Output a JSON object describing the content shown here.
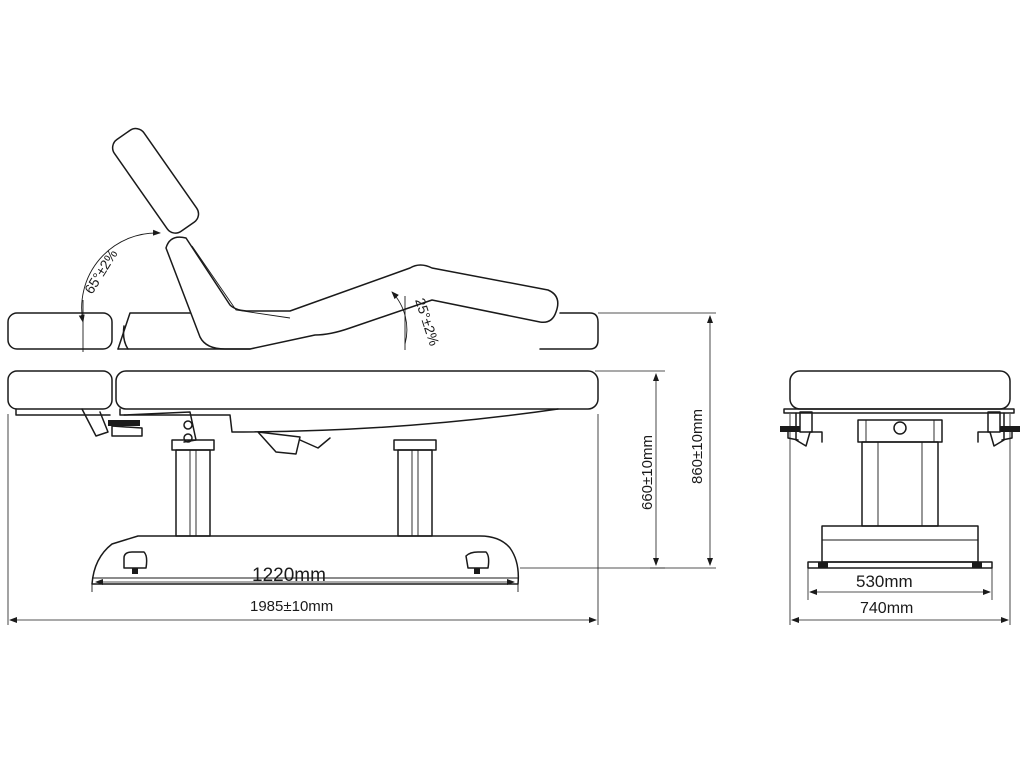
{
  "dimensions": {
    "base_length": "1220mm",
    "overall_length": "1985±10mm",
    "min_height": "660±10mm",
    "max_height": "860±10mm",
    "base_width": "530mm",
    "overall_width": "740mm"
  },
  "angles": {
    "backrest": "65°±2%",
    "legrest": "25°±2%"
  }
}
